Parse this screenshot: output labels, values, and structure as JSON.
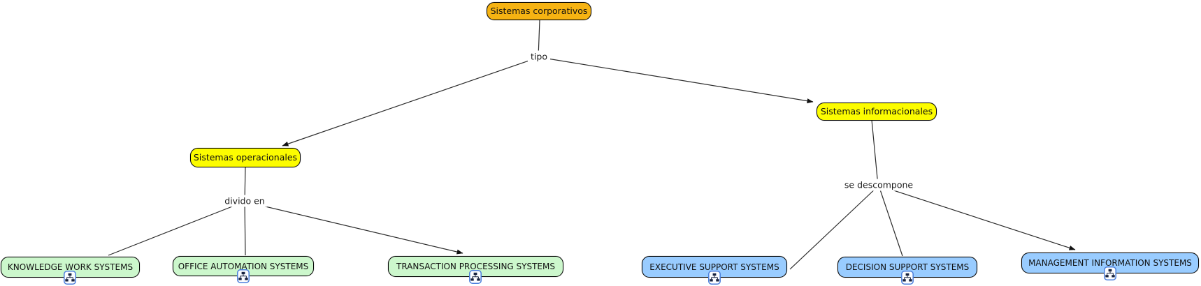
{
  "diagram": {
    "type": "concept-map",
    "background_color": "#FFFFFF",
    "line_color": "#2B2B2B",
    "arrow_color": "#111111",
    "nodes": [
      {
        "id": "sistemas-corporativos",
        "label": "Sistemas corporativos",
        "fill": "#F6B312",
        "has_resource_icon": false
      },
      {
        "id": "sistemas-operacionales",
        "label": "Sistemas operacionales",
        "fill": "#FCFC00",
        "has_resource_icon": false
      },
      {
        "id": "sistemas-informacionales",
        "label": "Sistemas informacionales",
        "fill": "#FCFC00",
        "has_resource_icon": false
      },
      {
        "id": "knowledge-work-systems",
        "label": "KNOWLEDGE WORK SYSTEMS",
        "fill": "#CCF7CC",
        "has_resource_icon": true
      },
      {
        "id": "office-automation-systems",
        "label": "OFFICE AUTOMATION SYSTEMS",
        "fill": "#CCF7CC",
        "has_resource_icon": true
      },
      {
        "id": "transaction-processing-systems",
        "label": "TRANSACTION PROCESSING SYSTEMS",
        "fill": "#CCF7CC",
        "has_resource_icon": true
      },
      {
        "id": "executive-support-systems",
        "label": "EXECUTIVE SUPPORT SYSTEMS",
        "fill": "#99CCFF",
        "has_resource_icon": true
      },
      {
        "id": "decision-support-systems",
        "label": "DECISION SUPPORT SYSTEMS",
        "fill": "#99CCFF",
        "has_resource_icon": true
      },
      {
        "id": "management-information-systems",
        "label": "MANAGEMENT INFORMATION SYSTEMS",
        "fill": "#99CCFF",
        "has_resource_icon": true
      }
    ],
    "link_labels": [
      {
        "id": "tipo",
        "label": "tipo"
      },
      {
        "id": "divido-en",
        "label": "divido en"
      },
      {
        "id": "se-descompone",
        "label": "se descompone"
      }
    ],
    "edges": [
      {
        "from": "sistemas-corporativos",
        "via": "tipo",
        "to": "sistemas-operacionales",
        "arrowhead": true
      },
      {
        "from": "sistemas-corporativos",
        "via": "tipo",
        "to": "sistemas-informacionales",
        "arrowhead": true
      },
      {
        "from": "sistemas-operacionales",
        "via": "divido en",
        "to": "knowledge-work-systems",
        "arrowhead": false
      },
      {
        "from": "sistemas-operacionales",
        "via": "divido en",
        "to": "office-automation-systems",
        "arrowhead": false
      },
      {
        "from": "sistemas-operacionales",
        "via": "divido en",
        "to": "transaction-processing-systems",
        "arrowhead": true
      },
      {
        "from": "sistemas-informacionales",
        "via": "se descompone",
        "to": "executive-support-systems",
        "arrowhead": false
      },
      {
        "from": "sistemas-informacionales",
        "via": "se descompone",
        "to": "decision-support-systems",
        "arrowhead": false
      },
      {
        "from": "sistemas-informacionales",
        "via": "se descompone",
        "to": "management-information-systems",
        "arrowhead": true
      }
    ],
    "icons": {
      "resource_icon_name": "cmap-resource-icon",
      "resource_icon_border": "#4A7EDC",
      "resource_icon_glyph": "#16213E"
    }
  }
}
